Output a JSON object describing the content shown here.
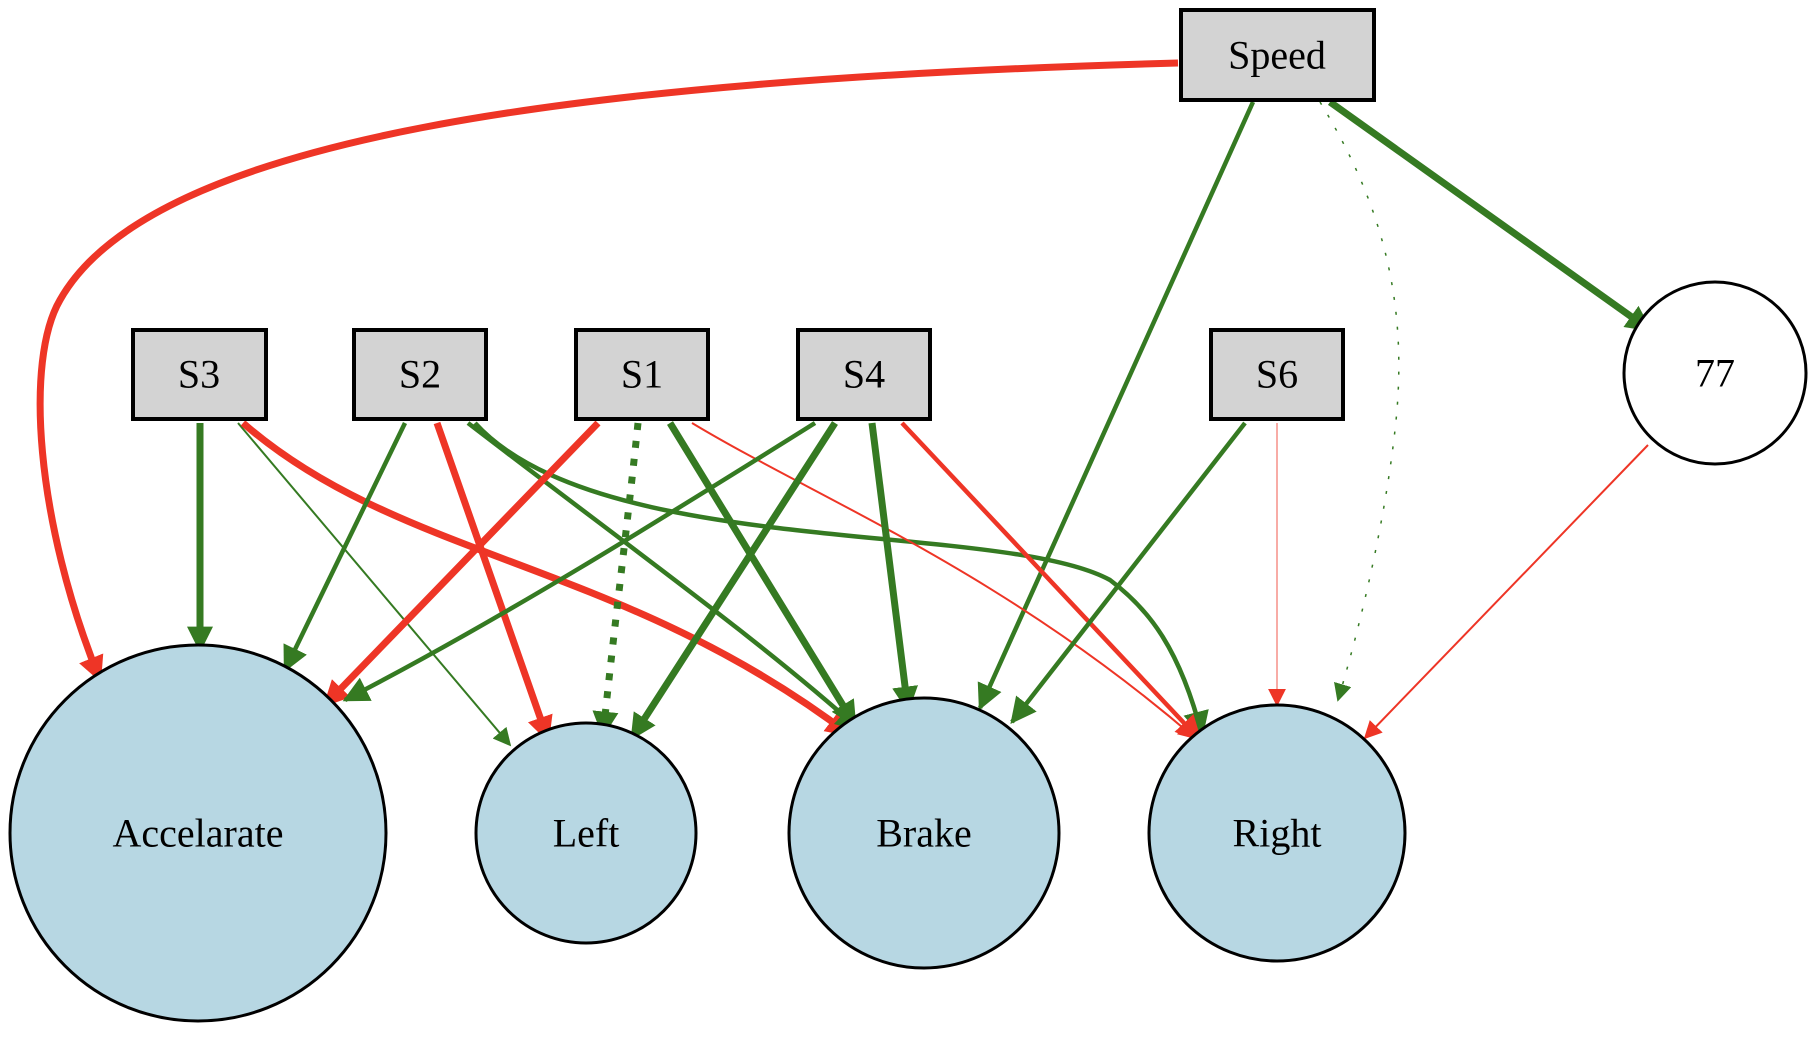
{
  "colors": {
    "positive": "#357a22",
    "negative": "#ee3526",
    "input_fill": "#d3d3d3",
    "output_fill": "#b7d7e3",
    "hidden_fill": "#ffffff",
    "stroke": "#000000"
  },
  "nodes": [
    {
      "id": "speed",
      "label": "Speed",
      "kind": "input"
    },
    {
      "id": "s3",
      "label": "S3",
      "kind": "input"
    },
    {
      "id": "s2",
      "label": "S2",
      "kind": "input"
    },
    {
      "id": "s1",
      "label": "S1",
      "kind": "input"
    },
    {
      "id": "s4",
      "label": "S4",
      "kind": "input"
    },
    {
      "id": "s6",
      "label": "S6",
      "kind": "input"
    },
    {
      "id": "n77",
      "label": "77",
      "kind": "hidden"
    },
    {
      "id": "accelarate",
      "label": "Accelarate",
      "kind": "output"
    },
    {
      "id": "left",
      "label": "Left",
      "kind": "output"
    },
    {
      "id": "brake",
      "label": "Brake",
      "kind": "output"
    },
    {
      "id": "right",
      "label": "Right",
      "kind": "output"
    }
  ],
  "edges": [
    {
      "from": "speed",
      "to": "accelarate",
      "sign": "negative",
      "weight": "strong"
    },
    {
      "from": "speed",
      "to": "brake",
      "sign": "positive",
      "weight": "medium"
    },
    {
      "from": "speed",
      "to": "right",
      "sign": "positive",
      "weight": "faint",
      "style": "dotted"
    },
    {
      "from": "speed",
      "to": "n77",
      "sign": "positive",
      "weight": "strong"
    },
    {
      "from": "s3",
      "to": "accelarate",
      "sign": "positive",
      "weight": "strong"
    },
    {
      "from": "s3",
      "to": "left",
      "sign": "positive",
      "weight": "thin"
    },
    {
      "from": "s3",
      "to": "brake",
      "sign": "negative",
      "weight": "strong"
    },
    {
      "from": "s2",
      "to": "accelarate",
      "sign": "positive",
      "weight": "medium"
    },
    {
      "from": "s2",
      "to": "left",
      "sign": "negative",
      "weight": "strong"
    },
    {
      "from": "s2",
      "to": "brake",
      "sign": "positive",
      "weight": "medium"
    },
    {
      "from": "s2",
      "to": "right",
      "sign": "positive",
      "weight": "medium"
    },
    {
      "from": "s1",
      "to": "accelarate",
      "sign": "negative",
      "weight": "strong"
    },
    {
      "from": "s1",
      "to": "left",
      "sign": "positive",
      "weight": "strong",
      "style": "dotted"
    },
    {
      "from": "s1",
      "to": "brake",
      "sign": "positive",
      "weight": "strong"
    },
    {
      "from": "s1",
      "to": "right",
      "sign": "negative",
      "weight": "thin"
    },
    {
      "from": "s4",
      "to": "accelarate",
      "sign": "positive",
      "weight": "medium"
    },
    {
      "from": "s4",
      "to": "left",
      "sign": "positive",
      "weight": "strong"
    },
    {
      "from": "s4",
      "to": "brake",
      "sign": "positive",
      "weight": "strong"
    },
    {
      "from": "s4",
      "to": "right",
      "sign": "negative",
      "weight": "medium"
    },
    {
      "from": "s6",
      "to": "brake",
      "sign": "positive",
      "weight": "medium"
    },
    {
      "from": "s6",
      "to": "right",
      "sign": "negative",
      "weight": "faint"
    },
    {
      "from": "n77",
      "to": "right",
      "sign": "negative",
      "weight": "thin"
    }
  ]
}
